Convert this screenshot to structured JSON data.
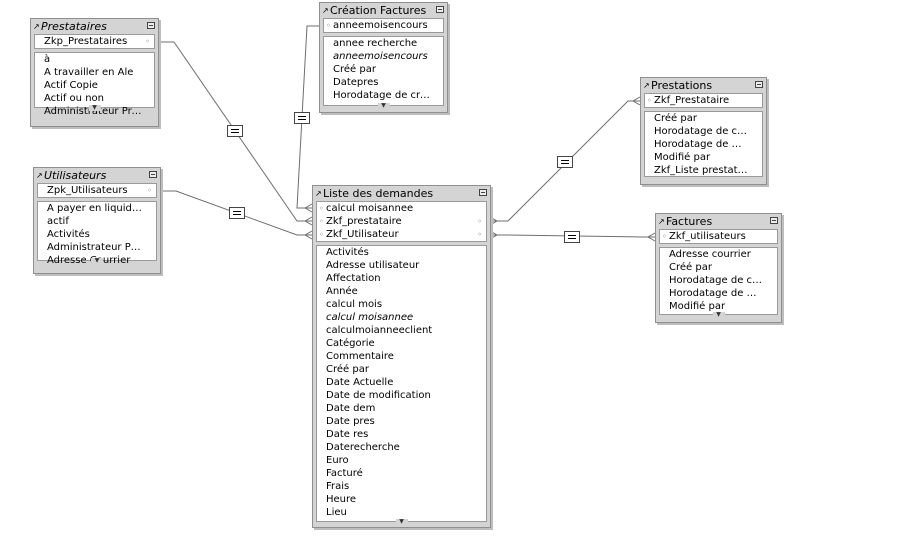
{
  "tables": {
    "prestataires": {
      "name": "Prestataires",
      "keys": [
        "Zkp_Prestataires"
      ],
      "fields": [
        "à",
        "A travailler en Ale",
        "Actif Copie",
        "Actif ou non",
        "Administrateur Provis..."
      ]
    },
    "utilisateurs": {
      "name": "Utilisateurs",
      "keys": [
        "Zpk_Utilisateurs"
      ],
      "fields": [
        "A payer en liquide ce j...",
        "actif",
        "Activités",
        "Administrateur Provis...",
        "Adresse Courrier"
      ]
    },
    "creation_factures": {
      "name": "Création Factures",
      "keys": [
        "anneemoisencours"
      ],
      "fields": [
        "annee recherche",
        "anneemoisencours",
        "Créé par",
        "Datepres",
        "Horodatage de création"
      ]
    },
    "liste_demandes": {
      "name": "Liste des demandes",
      "keys": [
        "calcul moisannee",
        "Zkf_prestataire",
        "Zkf_Utilisateur"
      ],
      "fields": [
        "Activités",
        "Adresse utilisateur",
        "Affectation",
        "Année",
        "calcul mois",
        "calcul moisannee",
        "calculmoianneeclient",
        "Catégorie",
        "Commentaire",
        "Créé par",
        "Date Actuelle",
        "Date de modification",
        "Date dem",
        "Date pres",
        "Date res",
        "Daterecherche",
        "Euro",
        "Facturé",
        "Frais",
        "Heure",
        "Lieu"
      ]
    },
    "prestations": {
      "name": "Prestations",
      "keys": [
        "Zkf_Prestataire"
      ],
      "fields": [
        "Créé par",
        "Horodatage de création",
        "Horodatage de modifi...",
        "Modifié par",
        "Zkf_Liste prestations"
      ]
    },
    "factures": {
      "name": "Factures",
      "keys": [
        "Zkf_utilisateurs"
      ],
      "fields": [
        "Adresse courrier",
        "Créé par",
        "Horodatage de création",
        "Horodatage de modifi...",
        "Modifié par"
      ]
    }
  }
}
